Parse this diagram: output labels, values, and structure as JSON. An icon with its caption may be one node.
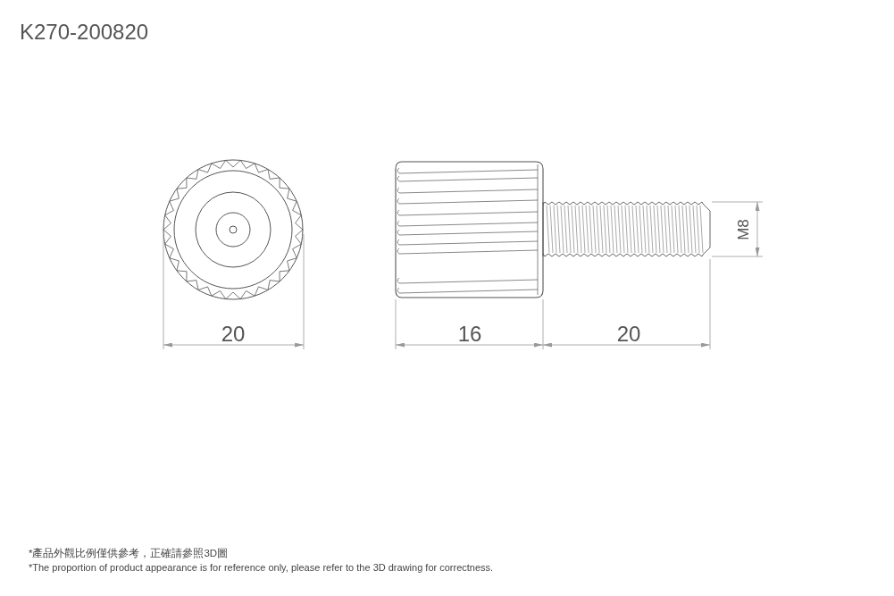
{
  "diagram": {
    "title": "K270-200820",
    "labels": [
      "20",
      "16",
      "20",
      "M8",
      "*產品外觀比例僅供參考，正確請參照3D圖",
      "*The proportion of product appearance is for reference only, please refer to the 3D drawing for correctness."
    ]
  }
}
